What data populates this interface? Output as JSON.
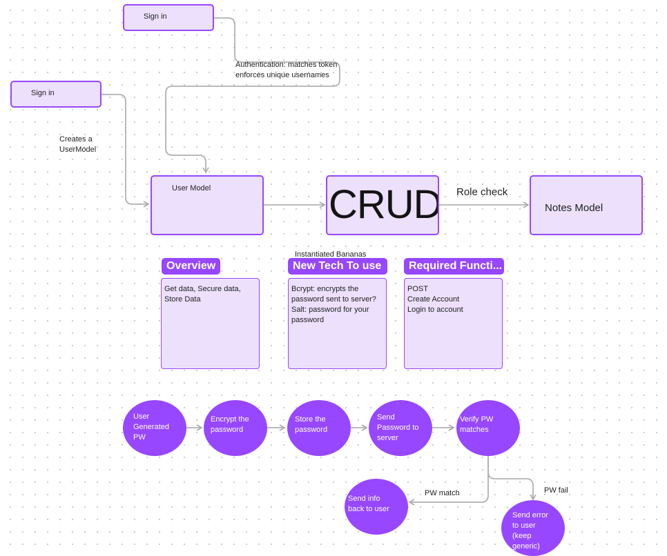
{
  "top_nodes": {
    "sign_in_top": "Sign in",
    "sign_in_left": "Sign in",
    "auth_label_1": "Authentication: matches token",
    "auth_label_2": "enforces unique usernames",
    "creates_label_1": "Creates a",
    "creates_label_2": "UserModel"
  },
  "flow": {
    "user_model": "User Model",
    "crud": "CRUD",
    "role_check": "Role check",
    "notes_model": "Notes Model",
    "instantiated": "Instantiated Bananas"
  },
  "cards": [
    {
      "tag": "Overview",
      "lines": "Get data, Secure data,\nStore Data"
    },
    {
      "tag": "New Tech To use",
      "lines": "Bcrypt: encrypts the\npassword sent to server?\nSalt: password for your\npassword"
    },
    {
      "tag": "Required Functi...",
      "lines": "POST\nCreate Account\nLogin to account"
    }
  ],
  "process": {
    "steps": [
      "User\nGenerated\nPW",
      "Encrypt the\npassword",
      "Store the\npassword",
      "Send\nPassword to\nserver",
      "Verify PW\nmatches"
    ],
    "pw_match": "PW match",
    "pw_fail": "PW fail",
    "send_info": "Send info\nback to user",
    "send_error": "Send error\nto user\n(keep\ngeneric)"
  },
  "colors": {
    "accent": "#9747ff",
    "fill": "#ece0fc",
    "connector": "#b0b0b0"
  }
}
